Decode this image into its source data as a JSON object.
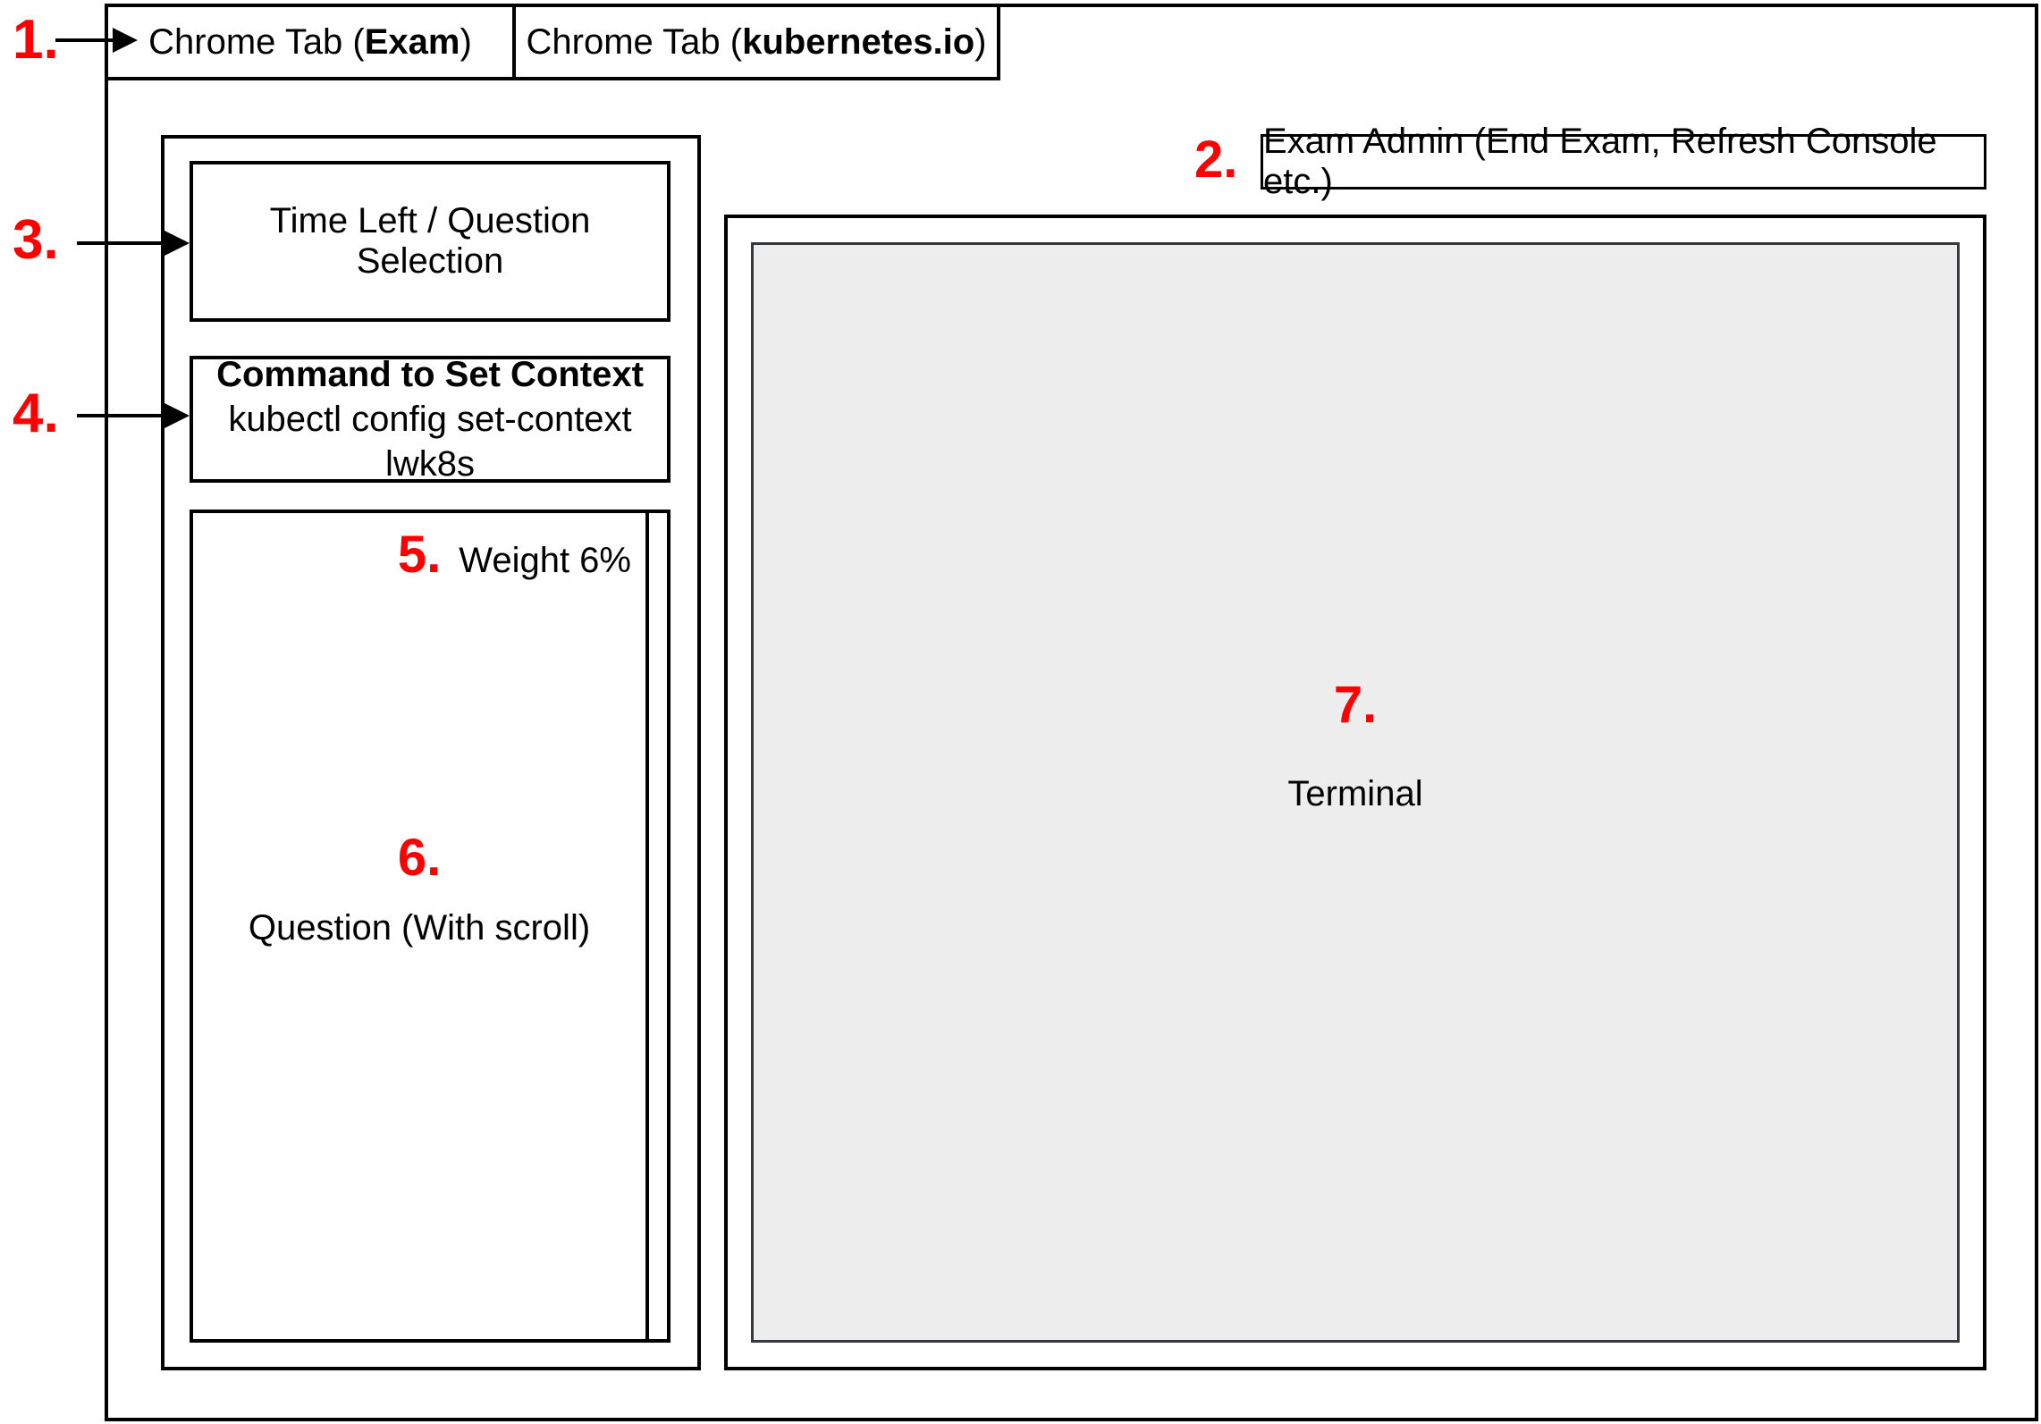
{
  "colors": {
    "annotation_red": "#FF0000",
    "terminal_fill": "#EDEDED",
    "terminal_border": "#35393D",
    "line_black": "#000000"
  },
  "annotations": {
    "n1": "1.",
    "n2": "2.",
    "n3": "3.",
    "n4": "4.",
    "n5": "5.",
    "n6": "6.",
    "n7": "7."
  },
  "tabs": [
    {
      "prefix": "Chrome Tab (",
      "emphasis": "Exam",
      "suffix": ")"
    },
    {
      "prefix": "Chrome Tab (",
      "emphasis": "kubernetes.io",
      "suffix": ")"
    }
  ],
  "exam_admin": {
    "label": "Exam Admin (End Exam, Refresh Console etc.)"
  },
  "sidebar": {
    "time_box": {
      "label": "Time Left / Question Selection"
    },
    "context_box": {
      "title": "Command to Set Context",
      "command": "kubectl config set-context lwk8s"
    },
    "question_box": {
      "weight_label": "Weight 6%",
      "body_label": "Question (With scroll)"
    }
  },
  "terminal": {
    "label": "Terminal"
  }
}
